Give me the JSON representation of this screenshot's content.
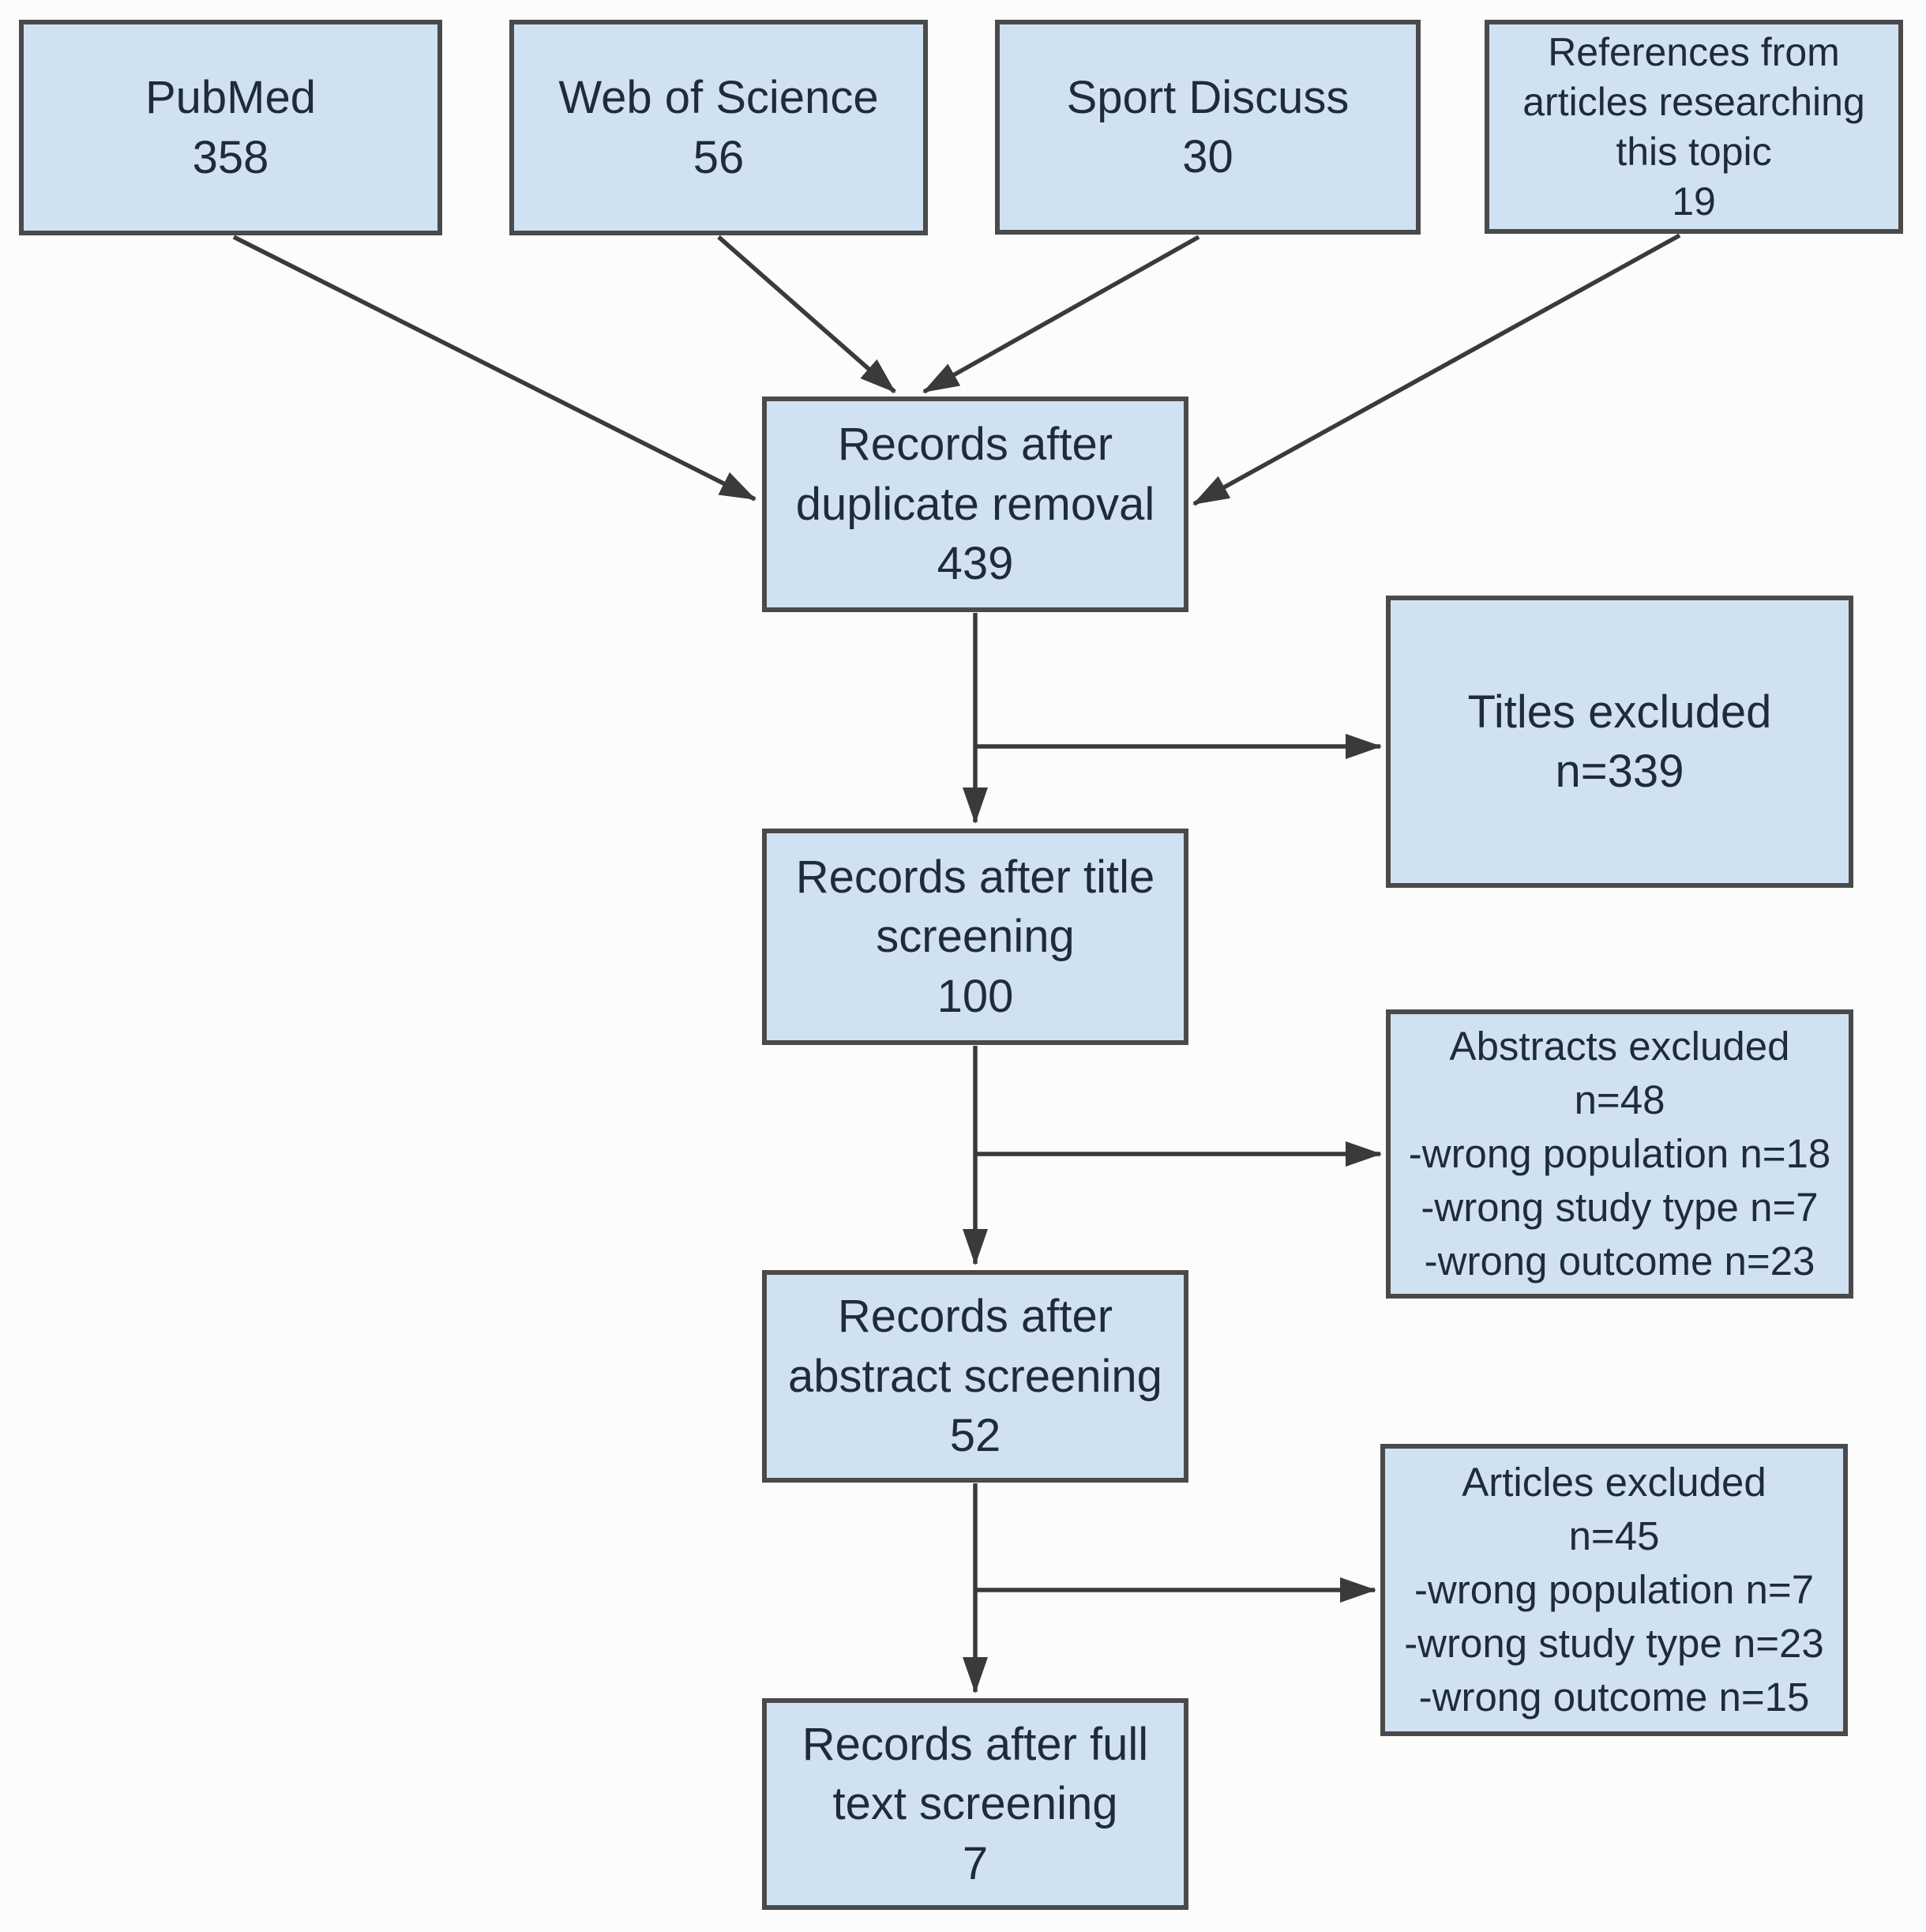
{
  "theme": {
    "background": "#fcfcfc",
    "box_fill": "#d0e1f2",
    "box_border": "#4a4a4a",
    "text_color": "#1f2b38",
    "arrow_color": "#3a3a3a"
  },
  "diagram": {
    "type": "flowchart",
    "nodes": {
      "pubmed": {
        "lines": [
          "PubMed",
          "358"
        ]
      },
      "web_of_science": {
        "lines": [
          "Web of Science",
          "56"
        ]
      },
      "sport_discuss": {
        "lines": [
          "Sport Discuss",
          "30"
        ]
      },
      "references": {
        "lines": [
          "References from",
          "articles researching",
          "this topic",
          "19"
        ]
      },
      "duplicate_removal": {
        "lines": [
          "Records after",
          "duplicate removal",
          "439"
        ]
      },
      "titles_excluded": {
        "lines": [
          "Titles excluded",
          "n=339"
        ]
      },
      "title_screening": {
        "lines": [
          "Records after title",
          "screening",
          "100"
        ]
      },
      "abstracts_excluded": {
        "lines": [
          "Abstracts excluded",
          "n=48",
          "-wrong population n=18",
          "-wrong study type n=7",
          "-wrong outcome n=23"
        ]
      },
      "abstract_screening": {
        "lines": [
          "Records after",
          "abstract screening",
          "52"
        ]
      },
      "articles_excluded": {
        "lines": [
          "Articles excluded",
          "n=45",
          "-wrong population n=7",
          "-wrong study type n=23",
          "-wrong outcome n=15"
        ]
      },
      "full_text_screening": {
        "lines": [
          "Records after full",
          "text screening",
          "7"
        ]
      }
    }
  }
}
